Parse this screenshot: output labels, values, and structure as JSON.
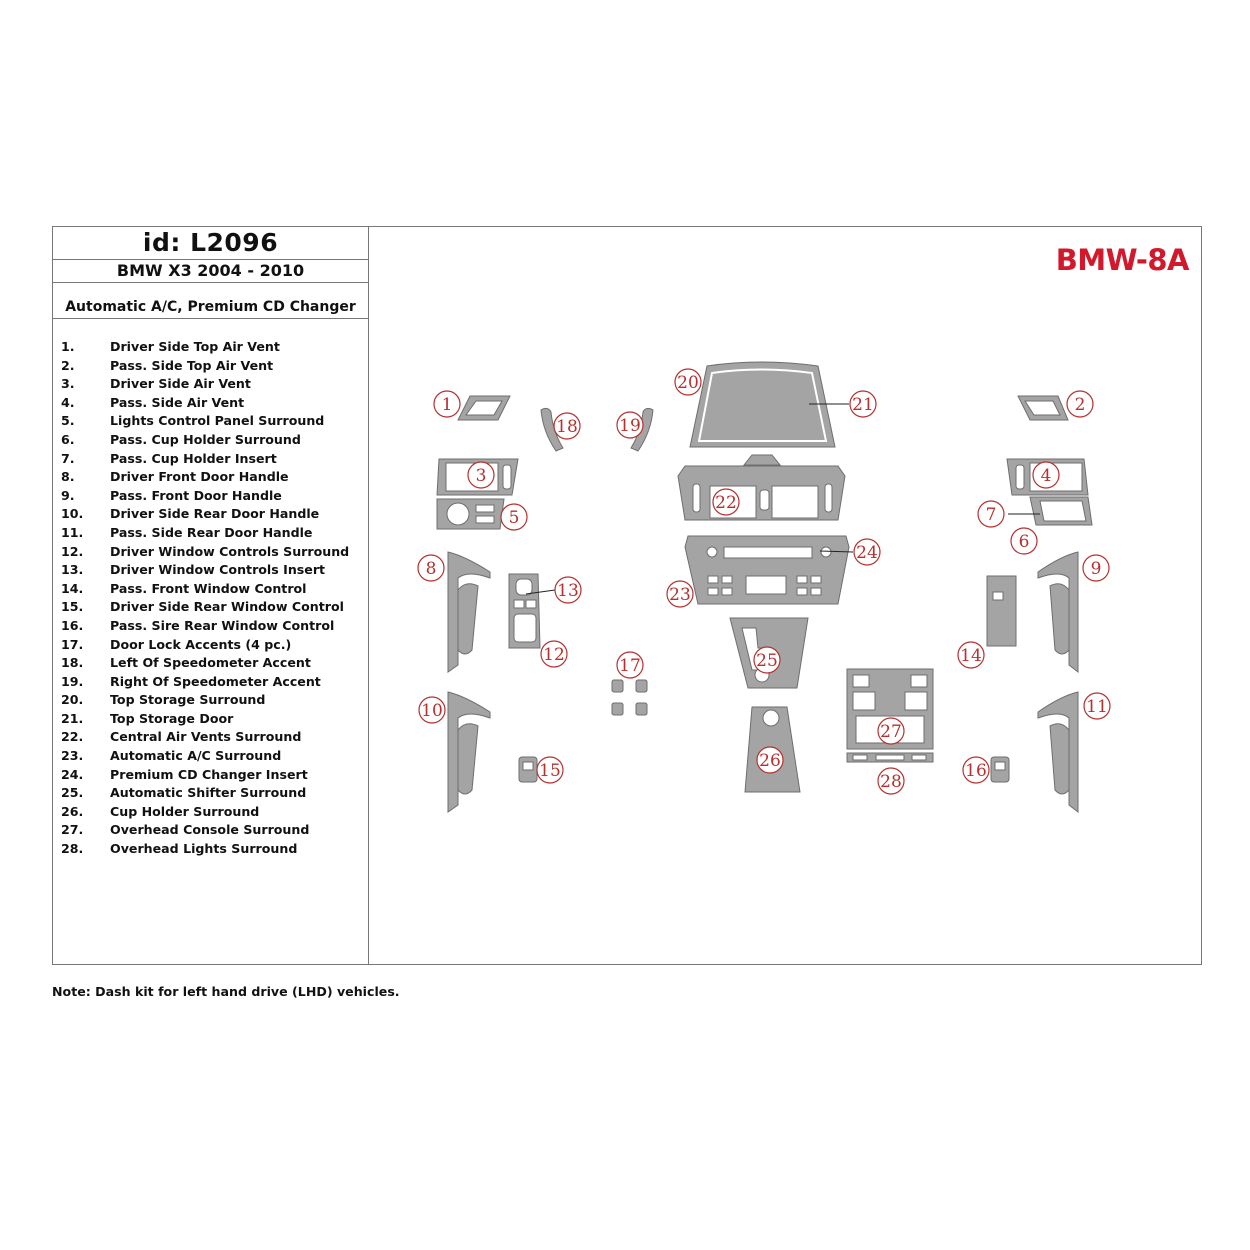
{
  "header": {
    "id_line": "id: L2096",
    "model": "BMW X3 2004 - 2010",
    "options": "Automatic A/C, Premium CD Changer"
  },
  "code_label": "BMW-8A",
  "accent_color": "#d2182a",
  "parts": [
    {
      "num": "1.",
      "name": "Driver Side Top Air Vent"
    },
    {
      "num": "2.",
      "name": "Pass. Side Top Air Vent"
    },
    {
      "num": "3.",
      "name": "Driver Side Air Vent"
    },
    {
      "num": "4.",
      "name": "Pass. Side Air Vent"
    },
    {
      "num": "5.",
      "name": "Lights Control Panel Surround"
    },
    {
      "num": "6.",
      "name": "Pass. Cup Holder Surround"
    },
    {
      "num": "7.",
      "name": "Pass. Cup Holder Insert"
    },
    {
      "num": "8.",
      "name": "Driver Front Door Handle"
    },
    {
      "num": "9.",
      "name": "Pass. Front Door Handle"
    },
    {
      "num": "10.",
      "name": "Driver Side Rear Door Handle"
    },
    {
      "num": "11.",
      "name": "Pass. Side Rear Door Handle"
    },
    {
      "num": "12.",
      "name": "Driver Window Controls Surround"
    },
    {
      "num": "13.",
      "name": "Driver Window Controls Insert"
    },
    {
      "num": "14.",
      "name": "Pass. Front Window Control"
    },
    {
      "num": "15.",
      "name": "Driver Side Rear Window Control"
    },
    {
      "num": "16.",
      "name": "Pass. Sire Rear Window Control"
    },
    {
      "num": "17.",
      "name": "Door Lock Accents (4 pc.)"
    },
    {
      "num": "18.",
      "name": "Left Of Speedometer Accent"
    },
    {
      "num": "19.",
      "name": "Right Of Speedometer Accent"
    },
    {
      "num": "20.",
      "name": "Top Storage Surround"
    },
    {
      "num": "21.",
      "name": "Top Storage Door"
    },
    {
      "num": "22.",
      "name": "Central Air Vents Surround"
    },
    {
      "num": "23.",
      "name": "Automatic A/C Surround"
    },
    {
      "num": "24.",
      "name": "Premium CD Changer Insert"
    },
    {
      "num": "25.",
      "name": "Automatic Shifter Surround"
    },
    {
      "num": "26.",
      "name": "Cup Holder Surround"
    },
    {
      "num": "27.",
      "name": "Overhead Console Surround"
    },
    {
      "num": "28.",
      "name": "Overhead Lights Surround"
    }
  ],
  "callouts": [
    "1",
    "2",
    "3",
    "4",
    "5",
    "6",
    "7",
    "8",
    "9",
    "10",
    "11",
    "12",
    "13",
    "14",
    "15",
    "16",
    "17",
    "18",
    "19",
    "20",
    "21",
    "22",
    "23",
    "24",
    "25",
    "26",
    "27",
    "28"
  ],
  "note": "Note: Dash kit for left hand drive (LHD)  vehicles."
}
